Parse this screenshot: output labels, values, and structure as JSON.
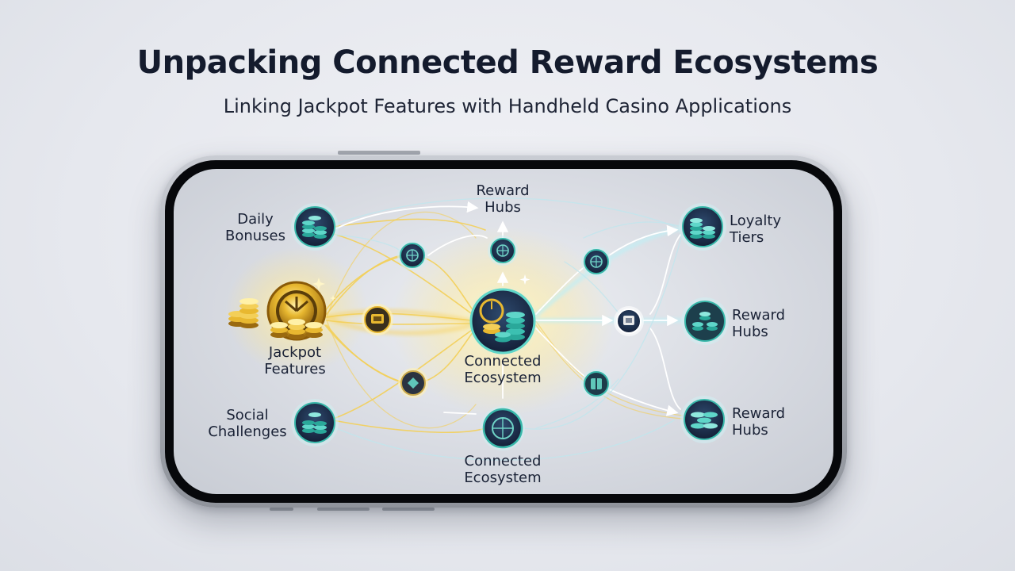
{
  "header": {
    "title": "Unpacking Connected Reward Ecosystems",
    "subtitle": "Linking Jackpot Features with Handheld Casino Applications"
  },
  "diagram": {
    "center": {
      "label": "Connected\nEcosystem"
    },
    "top_node": {
      "label": "Reward\nHubs"
    },
    "bottom_node": {
      "label": "Connected\nEcosystem"
    },
    "left_nodes": [
      {
        "label": "Daily\nBonuses",
        "icon": "coin-stack-icon"
      },
      {
        "label": "Jackpot\nFeatures",
        "icon": "jackpot-icon"
      },
      {
        "label": "Social\nChallenges",
        "icon": "coin-stack-icon"
      }
    ],
    "right_nodes": [
      {
        "label": "Loyalty\nTiers",
        "icon": "coin-stack-icon"
      },
      {
        "label": "Reward\nHubs",
        "icon": "coin-stack-icon"
      },
      {
        "label": "Reward\nHubs",
        "icon": "coin-stack-icon"
      }
    ],
    "colors": {
      "gold": "#e8b830",
      "teal": "#2aa89a",
      "navy": "#1d2e4a",
      "glow": "#bfeff5"
    }
  }
}
